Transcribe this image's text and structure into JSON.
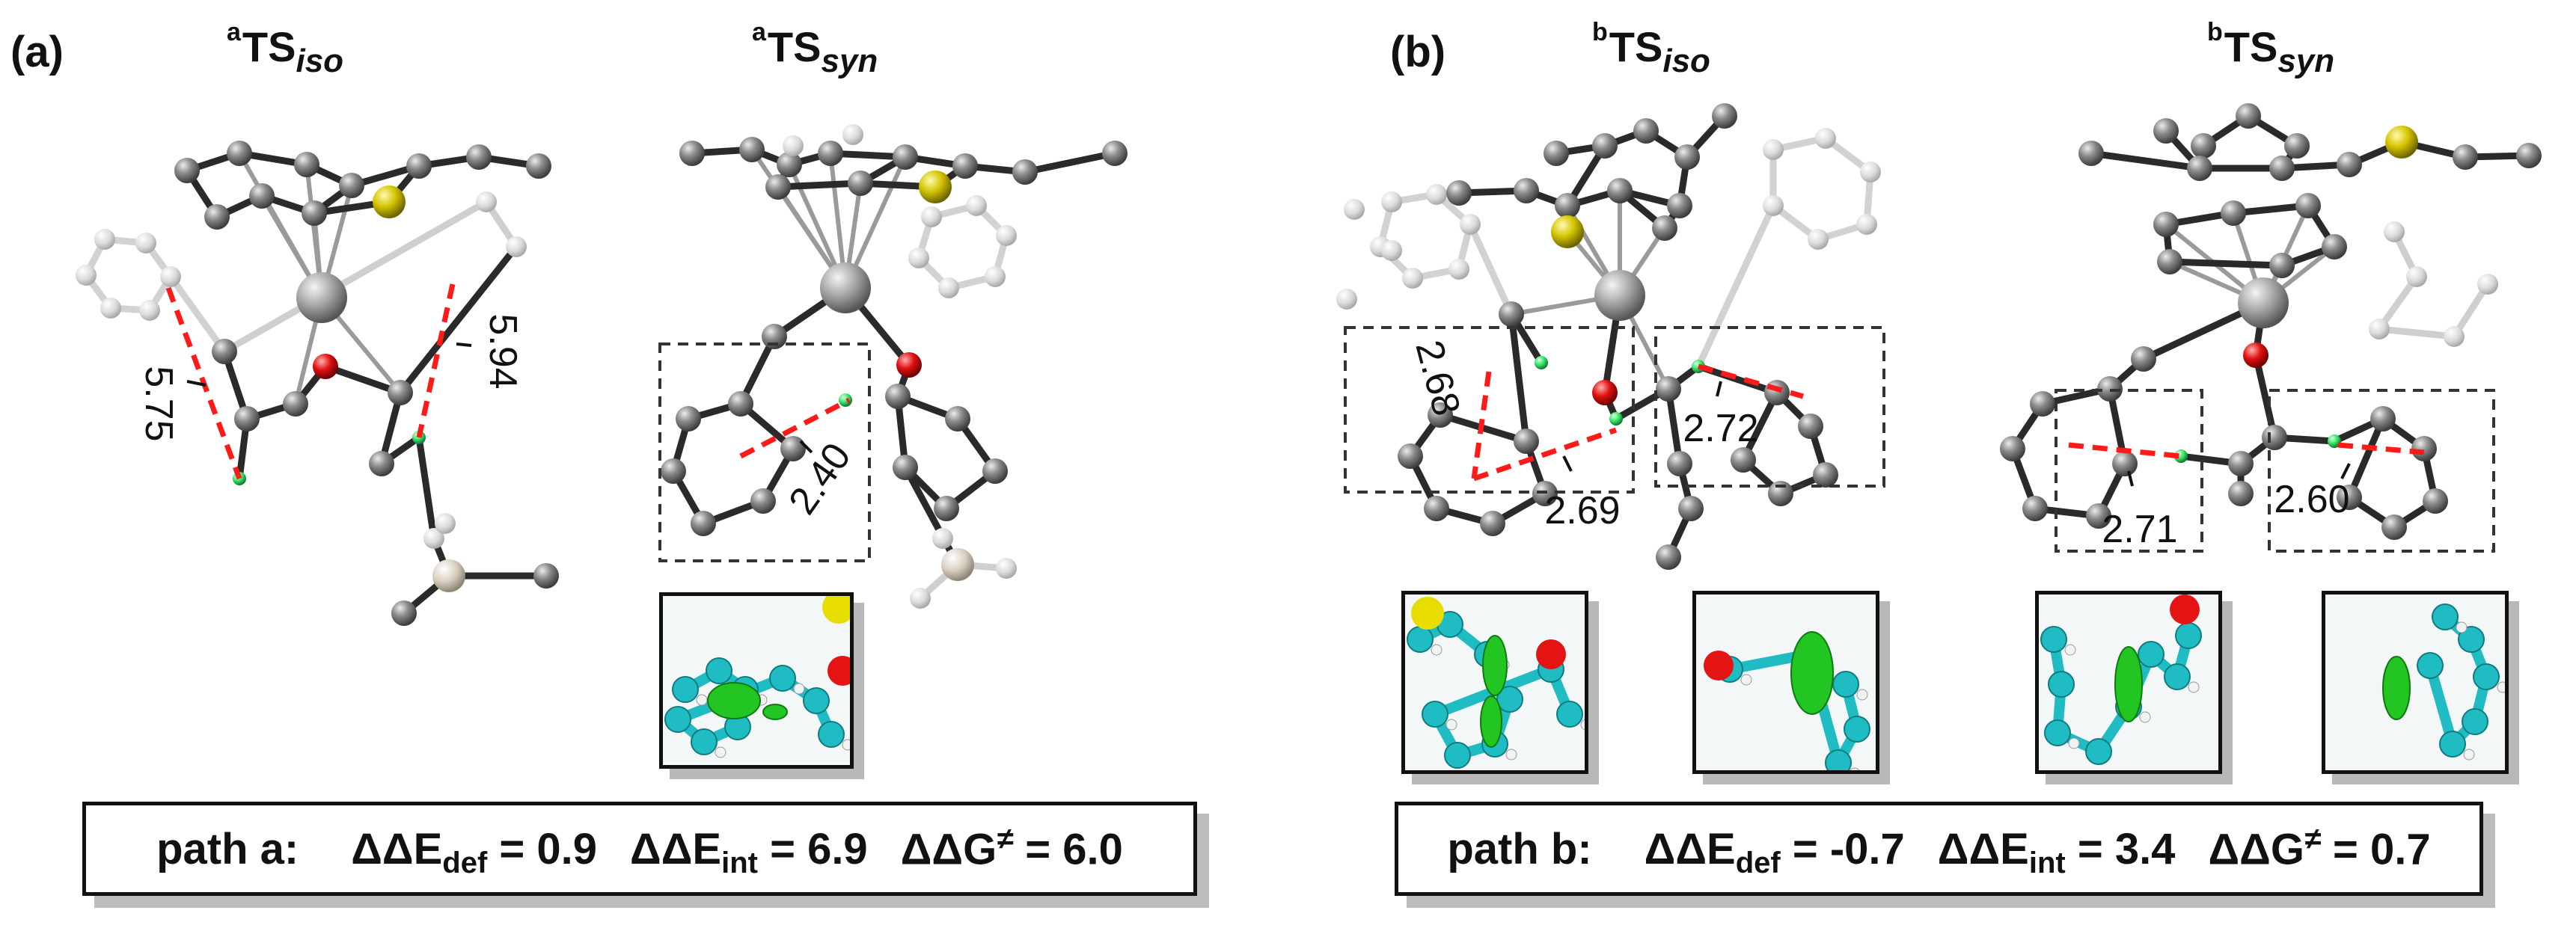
{
  "panels": [
    {
      "label": "(a)",
      "structures": [
        {
          "prefix": "a",
          "base": "TS",
          "subscript": "iso"
        },
        {
          "prefix": "a",
          "base": "TS",
          "subscript": "syn"
        }
      ],
      "distances": [
        "5.75",
        "5.94",
        "2.40"
      ],
      "energy": {
        "label": "path a:",
        "ddE_def_symbol": "ΔΔE",
        "ddE_def_sub": "def",
        "ddE_def_value": "= 0.9",
        "ddE_int_symbol": "ΔΔE",
        "ddE_int_sub": "int",
        "ddE_int_value": "= 6.9",
        "ddG_symbol": "ΔΔG",
        "ddG_super": "≠",
        "ddG_value": "= 6.0"
      }
    },
    {
      "label": "(b)",
      "structures": [
        {
          "prefix": "b",
          "base": "TS",
          "subscript": "iso"
        },
        {
          "prefix": "b",
          "base": "TS",
          "subscript": "syn"
        }
      ],
      "distances": [
        "2.68",
        "2.72",
        "2.69",
        "2.71",
        "2.60"
      ],
      "energy": {
        "label": "path b:",
        "ddE_def_symbol": "ΔΔE",
        "ddE_def_sub": "def",
        "ddE_def_value": "= -0.7",
        "ddE_int_symbol": "ΔΔE",
        "ddE_int_sub": "int",
        "ddE_int_value": "= 3.4",
        "ddG_symbol": "ΔΔG",
        "ddG_super": "≠",
        "ddG_value": "= 0.7"
      }
    }
  ],
  "colors": {
    "carbon": "#8c8c8c",
    "metal": "#a8a8a8",
    "sulfur": "#d4c400",
    "oxygen": "#e01010",
    "hydrogen_contact": "#3ce86a",
    "silicon": "#d8cfc0",
    "bond": "#2a2a2a",
    "faded_atom": "#d6d6d6",
    "interaction_line": "#ff1a1a",
    "nci_carbon": "#1fbcc4",
    "nci_surface": "#22c522"
  }
}
